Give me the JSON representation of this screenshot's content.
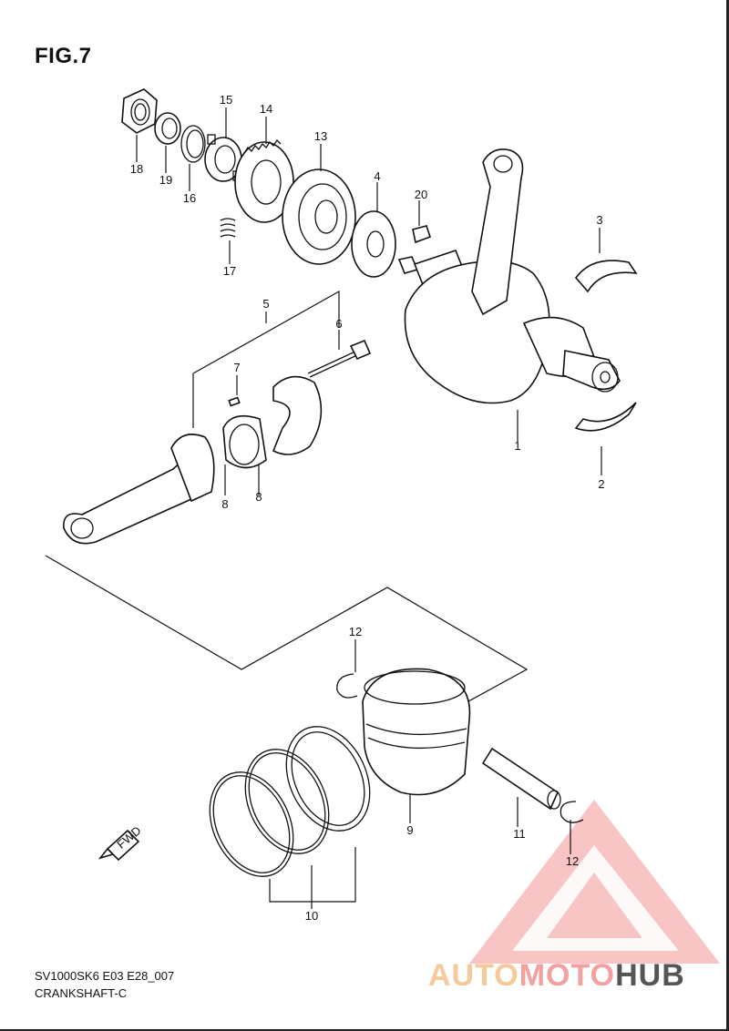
{
  "figure": {
    "title": "FIG.7",
    "code": "SV1000SK6 E03 E28_007",
    "section": "CRANKSHAFT-C"
  },
  "callouts": {
    "p1": "1",
    "p2": "2",
    "p3": "3",
    "p4": "4",
    "p5": "5",
    "p6": "6",
    "p7": "7",
    "p8a": "8",
    "p8b": "8",
    "p9": "9",
    "p10": "10",
    "p11": "11",
    "p12a": "12",
    "p12b": "12",
    "p13": "13",
    "p14": "14",
    "p15": "15",
    "p16": "16",
    "p17": "17",
    "p18": "18",
    "p19": "19",
    "p20": "20"
  },
  "fwd": {
    "label": "FWD"
  },
  "watermark": {
    "part_a": "AUTO",
    "part_b": "MOTO",
    "part_c": "HUB",
    "color_a": "#f6c99a",
    "color_b": "#f2a0a0",
    "color_c": "#555555",
    "triangle_color": "#f28a8a"
  }
}
